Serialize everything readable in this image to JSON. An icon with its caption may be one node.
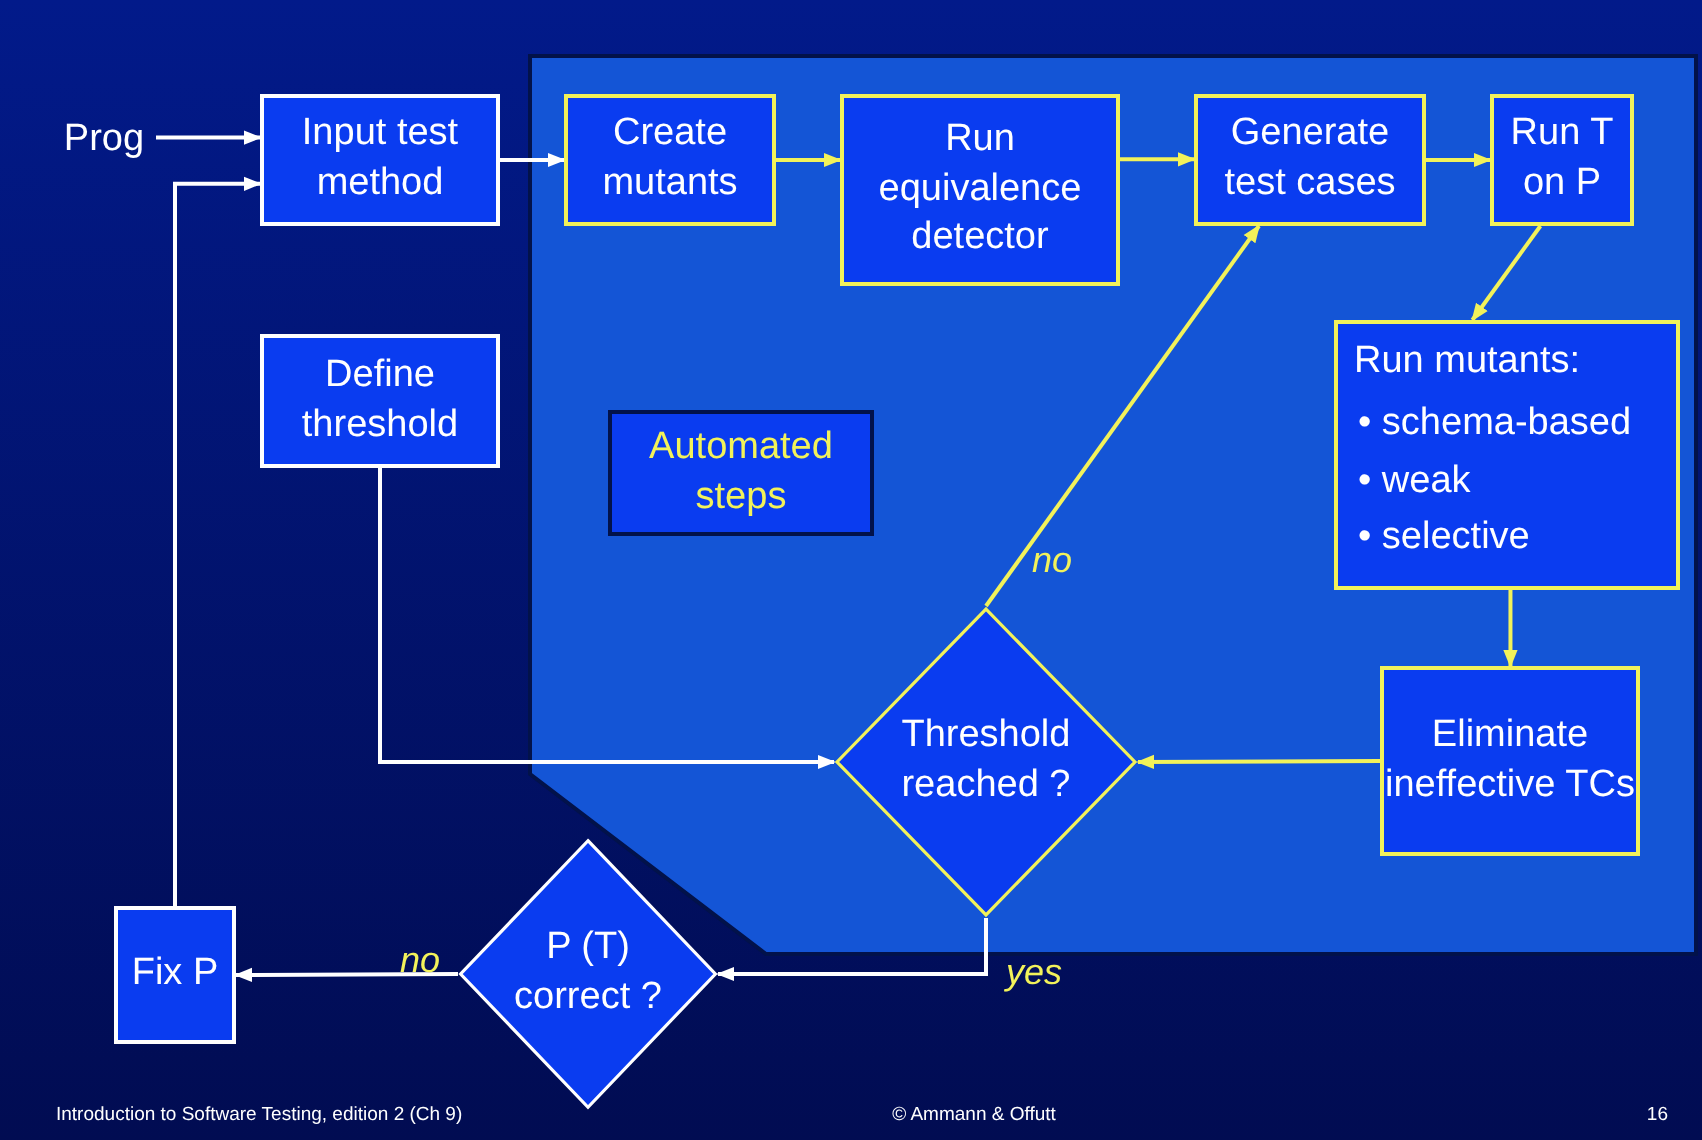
{
  "diagram": {
    "nodes": [
      {
        "text": [
          "Prog"
        ]
      },
      {
        "text": [
          "Input test method"
        ]
      },
      {
        "text": [
          "Create mutants"
        ]
      },
      {
        "text": [
          "Run equivalence detector"
        ]
      },
      {
        "text": [
          "Generate test cases"
        ]
      },
      {
        "text": [
          "Run T on P"
        ]
      },
      {
        "text": [
          "Define threshold"
        ]
      },
      {
        "text": [
          "Automated steps"
        ]
      },
      {
        "text": [
          "Run mutants:",
          "• schema-based",
          "• weak",
          "• selective"
        ]
      },
      {
        "text": [
          "Threshold reached ?"
        ]
      },
      {
        "text": [
          "Eliminate ineffective TCs"
        ]
      },
      {
        "text": [
          "P (T) correct ?"
        ]
      },
      {
        "text": [
          "Fix P"
        ]
      }
    ],
    "edges": [
      {
        "from": 0,
        "to": 1,
        "arrow": "to",
        "color": "#ffffff"
      },
      {
        "from": 1,
        "to": 2,
        "arrow": "to",
        "color": "#ffffff"
      },
      {
        "from": 2,
        "to": 3,
        "arrow": "to"
      },
      {
        "from": 3,
        "to": 4,
        "arrow": "to"
      },
      {
        "from": 4,
        "to": 5,
        "arrow": "to"
      },
      {
        "from": 5,
        "to": 8,
        "arrow": "to"
      },
      {
        "from": 8,
        "to": 10,
        "arrow": "to"
      },
      {
        "from": 10,
        "to": 9,
        "arrow": "to"
      },
      {
        "from": 9,
        "to": 4,
        "arrow": "to",
        "label": "no"
      },
      {
        "from": 6,
        "to": 9,
        "arrow": "to",
        "color": "#ffffff"
      },
      {
        "from": 9,
        "to": 11,
        "arrow": "to",
        "label": "yes",
        "color": "#ffffff"
      },
      {
        "from": 11,
        "to": 12,
        "arrow": "to",
        "label": "no",
        "color": "#ffffff"
      },
      {
        "from": 12,
        "to": 1,
        "arrow": "to",
        "color": "#ffffff"
      }
    ],
    "labels": [
      "Introduction to Software Testing, edition 2  (Ch 9)",
      "© Ammann & Offutt",
      "16"
    ]
  }
}
